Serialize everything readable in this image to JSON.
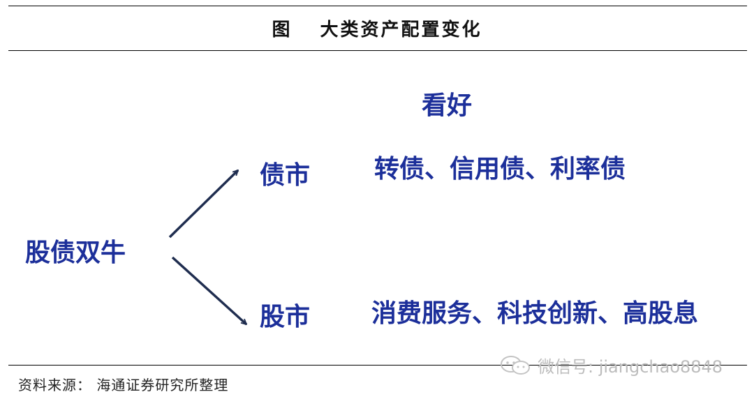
{
  "figure": {
    "label": "图",
    "title": "大类资产配置变化"
  },
  "diagram": {
    "header": "看好",
    "root": "股债双牛",
    "branches": [
      {
        "name": "债市",
        "outlook": "转债、信用债、利率债"
      },
      {
        "name": "股市",
        "outlook": "消费服务、科技创新、高股息"
      }
    ]
  },
  "source": "资料来源： 海通证券研究所整理",
  "watermark": "微信号: jiangchao8848",
  "colors": {
    "text_blue": "#1c2f9a",
    "arrow": "#1f2d4f",
    "rule": "#000000",
    "watermark": "#bcbcbc"
  }
}
